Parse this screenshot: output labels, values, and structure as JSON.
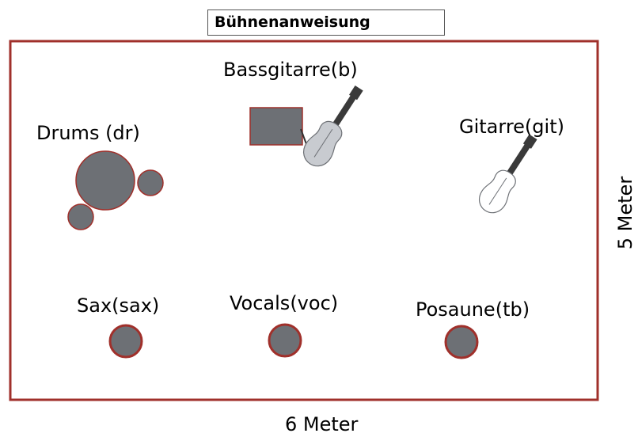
{
  "title": "Bühnenanweisung",
  "dimensions": {
    "width_label": "6 Meter",
    "height_label": "5 Meter"
  },
  "instruments": {
    "drums": "Drums (dr)",
    "bass": "Bassgitarre(b)",
    "guitar": "Gitarre(git)",
    "sax": "Sax(sax)",
    "vocals": "Vocals(voc)",
    "trombone": "Posaune(tb)"
  },
  "colors": {
    "stage_border": "#a0302b",
    "fill_dark": "#6d7075",
    "bass_body": "#c8cbd0",
    "guitar_body": "#ffffff",
    "neck": "#3a3a3a"
  }
}
